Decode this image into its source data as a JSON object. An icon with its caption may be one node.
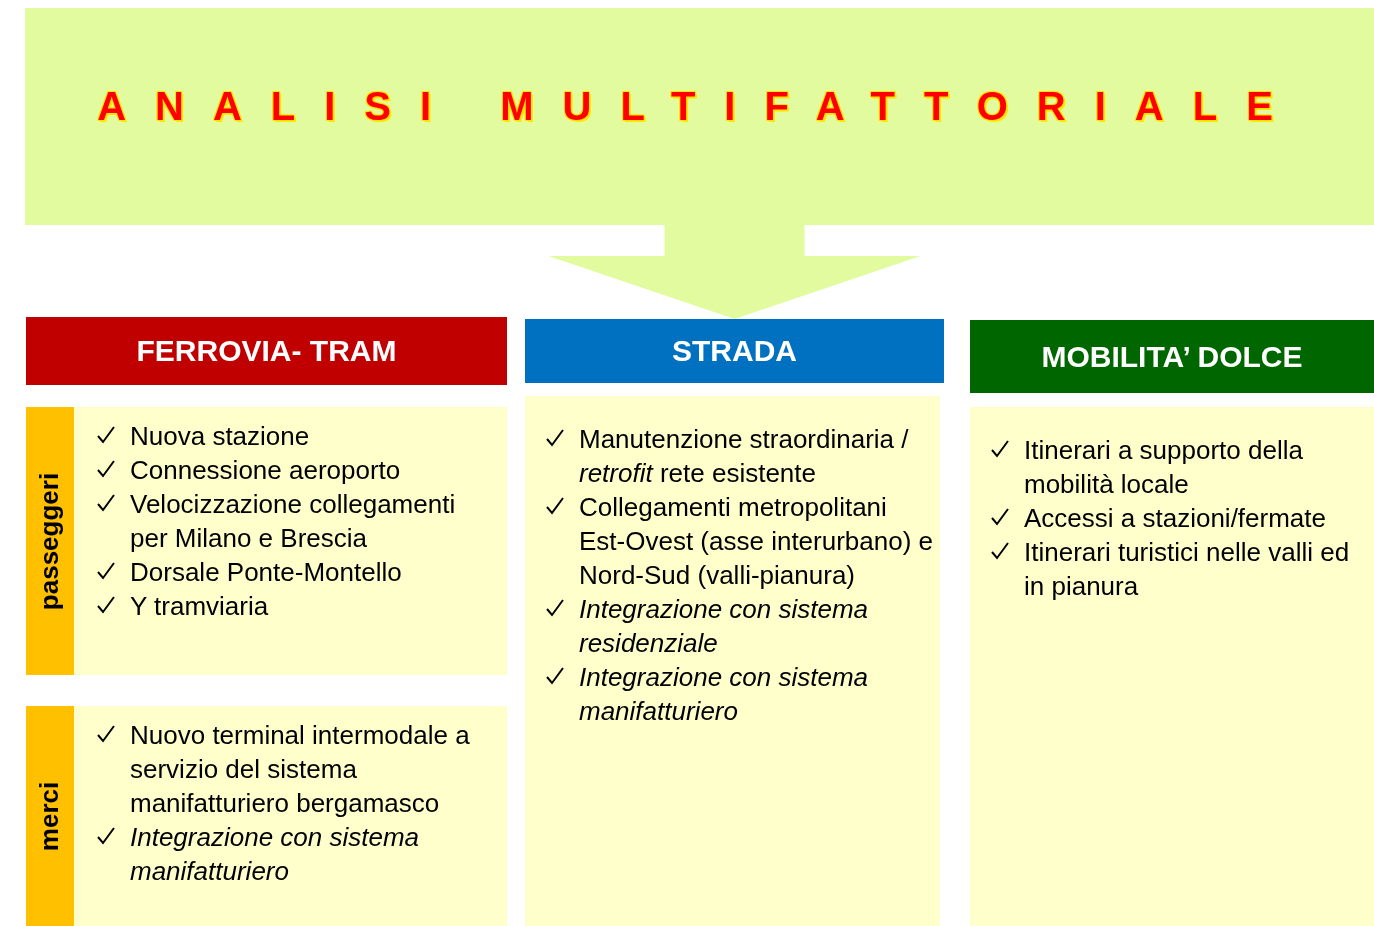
{
  "diagram": {
    "nodes": [
      {
        "text": [
          "ANALISI MULTIFATTORIALE"
        ]
      },
      {
        "text": [
          "FERROVIA- TRAM"
        ]
      },
      {
        "text": [
          "STRADA"
        ]
      },
      {
        "text": [
          "MOBILITA’ DOLCE"
        ]
      },
      {
        "text": [
          "passeggeri",
          "Nuova stazione",
          "Connessione aeroporto",
          "Velocizzazione collegamenti per Milano e Brescia",
          "Dorsale Ponte-Montello",
          "Y tramviaria"
        ]
      },
      {
        "text": [
          "merci",
          "Nuovo terminal intermodale a servizio del sistema manifatturiero bergamasco",
          "*Integrazione con sistema manifatturiero*"
        ]
      },
      {
        "text": [
          "Manutenzione straordinaria / *retrofit* rete esistente",
          "Collegamenti metropolitani Est-Ovest (asse interurbano) e Nord-Sud (valli-pianura)",
          "*Integrazione con sistema residenziale*",
          "*Integrazione con sistema manifatturiero*"
        ]
      },
      {
        "text": [
          "Itinerari a supporto della mobilità locale",
          "Accessi a stazioni/fermate",
          "Itinerari turistici nelle valli ed in pianura"
        ]
      }
    ],
    "edges": [
      {
        "from": 0,
        "to": 2,
        "arrow": "to"
      }
    ]
  }
}
